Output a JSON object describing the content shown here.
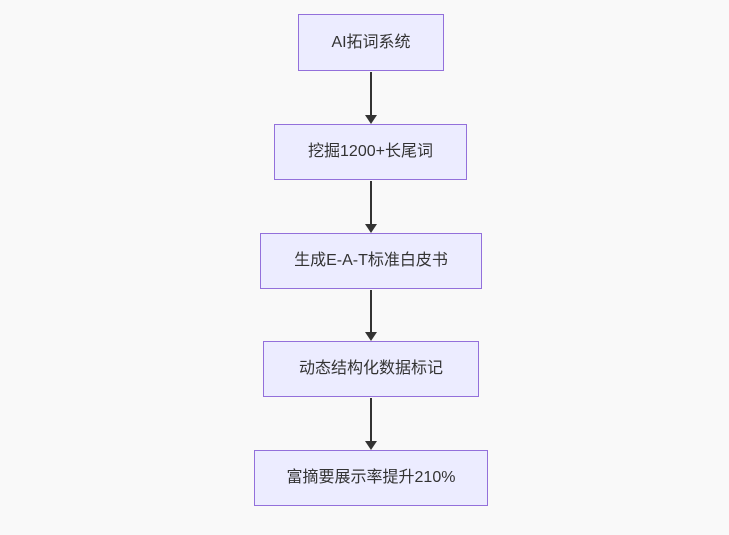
{
  "diagram": {
    "type": "flowchart",
    "direction": "top-down",
    "nodes": [
      {
        "label": "AI拓词系统"
      },
      {
        "label": "挖掘1200+长尾词"
      },
      {
        "label": "生成E-A-T标准白皮书"
      },
      {
        "label": "动态结构化数据标记"
      },
      {
        "label": "富摘要展示率提升210%"
      }
    ],
    "edges": [
      {
        "from": "AI拓词系统",
        "to": "挖掘1200+长尾词"
      },
      {
        "from": "挖掘1200+长尾词",
        "to": "生成E-A-T标准白皮书"
      },
      {
        "from": "生成E-A-T标准白皮书",
        "to": "动态结构化数据标记"
      },
      {
        "from": "动态结构化数据标记",
        "to": "富摘要展示率提升210%"
      }
    ],
    "colors": {
      "background": "#f9f9f9",
      "node_fill": "#ECECFF",
      "node_border": "#9370DB",
      "arrow": "#333333",
      "text": "#333333"
    }
  }
}
